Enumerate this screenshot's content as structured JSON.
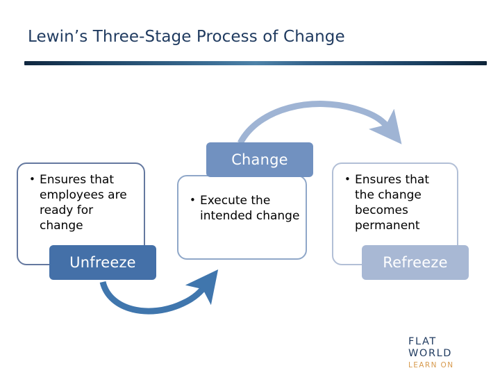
{
  "slide": {
    "title": "Lewin’s Three-Stage Process of Change",
    "background_color": "#ffffff",
    "title_color": "#1f3a5f",
    "rule_color": "#1c4262"
  },
  "stages": [
    {
      "id": "unfreeze",
      "label": "Unfreeze",
      "label_color": "#4470a8",
      "border_color": "#64789f",
      "bullets": [
        "Ensures that employees are ready for change"
      ]
    },
    {
      "id": "change",
      "label": "Change",
      "label_color": "#7191c0",
      "border_color": "#8fa7c8",
      "bullets": [
        "Execute the intended change"
      ]
    },
    {
      "id": "refreeze",
      "label": "Refreeze",
      "label_color": "#a8b8d4",
      "border_color": "#b2bfd6",
      "bullets": [
        "Ensures that the change becomes permanent"
      ]
    }
  ],
  "arrows": [
    {
      "id": "arrow-change-to-refreeze",
      "name": "top-curved-arrow",
      "color": "#9fb4d4",
      "direction": "left-to-right"
    },
    {
      "id": "arrow-unfreeze-to-change",
      "name": "bottom-curved-arrow",
      "color": "#4076ad",
      "direction": "left-to-right"
    }
  ],
  "logo": {
    "primary": "FLAT WORLD",
    "secondary": "LEARN ON",
    "primary_color": "#1f3a5f",
    "secondary_color": "#d79a4e"
  }
}
